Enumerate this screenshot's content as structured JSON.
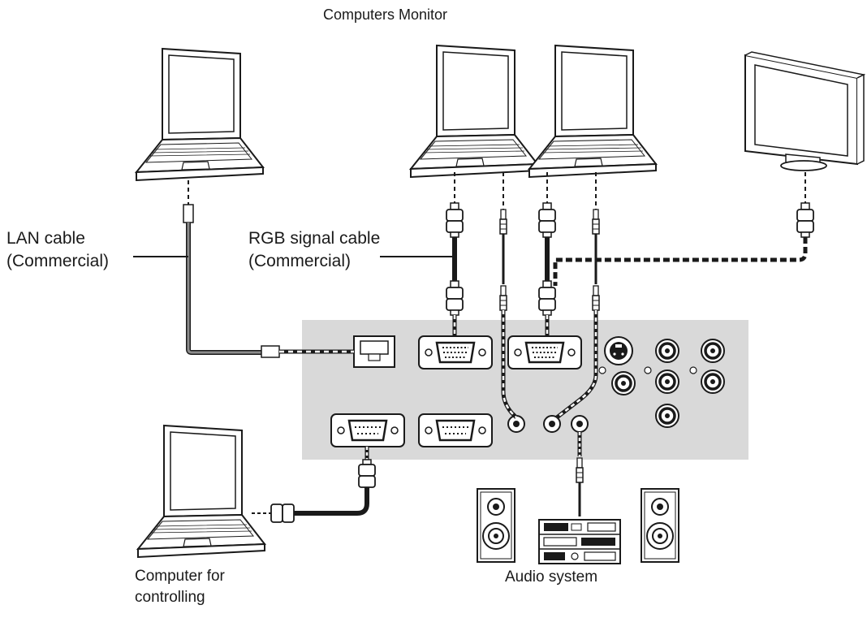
{
  "labels": {
    "computers_monitor": "Computers Monitor",
    "lan_line1": "LAN cable",
    "lan_line2": "(Commercial)",
    "rgb_line1": "RGB signal cable",
    "rgb_line2": "(Commercial)",
    "controller_line1": "Computer for",
    "controller_line2": "controlling",
    "audio_system": "Audio system"
  },
  "colors": {
    "line": "#1a1a1a",
    "panel": "#d9d9d9",
    "cable_gray": "#8c8c8c",
    "dash": "#ffffff"
  }
}
